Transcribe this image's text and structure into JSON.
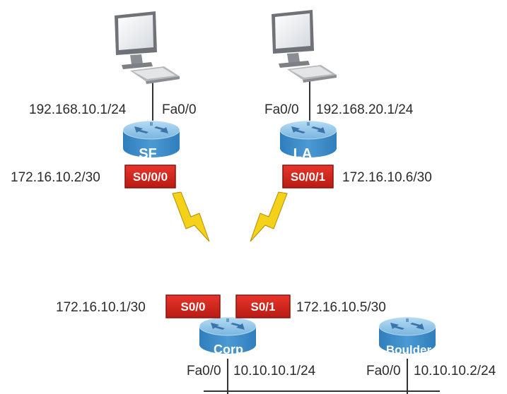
{
  "routers": {
    "sf": {
      "name": "SF"
    },
    "la": {
      "name": "LA"
    },
    "corp": {
      "name": "Corp"
    },
    "boulder": {
      "name": "Boulder"
    }
  },
  "interfaces": {
    "sf_fa": {
      "name": "Fa0/0",
      "ip": "192.168.10.1/24"
    },
    "la_fa": {
      "name": "Fa0/0",
      "ip": "192.168.20.1/24"
    },
    "sf_serial": {
      "name": "S0/0/0",
      "ip": "172.16.10.2/30"
    },
    "la_serial": {
      "name": "S0/0/1",
      "ip": "172.16.10.6/30"
    },
    "corp_s00": {
      "name": "S0/0",
      "ip": "172.16.10.1/30"
    },
    "corp_s01": {
      "name": "S0/1",
      "ip": "172.16.10.5/30"
    },
    "corp_fa": {
      "name": "Fa0/0",
      "ip": "10.10.10.1/24"
    },
    "boulder_fa": {
      "name": "Fa0/0",
      "ip": "10.10.10.2/24"
    }
  },
  "colors": {
    "router_top": "#8cc3e8",
    "router_body": "#3f8fcb",
    "serial_badge": "#d9261c",
    "lightning": "#f4d21a",
    "line": "#333333"
  },
  "icons": [
    "desktop-computer-icon",
    "router-icon",
    "serial-lightning-icon"
  ]
}
